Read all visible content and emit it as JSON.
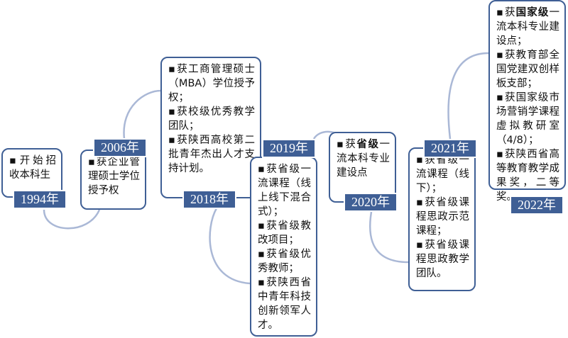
{
  "milestones": [
    {
      "year": "1994年",
      "items": [
        {
          "pre": "开始招收本科生"
        }
      ]
    },
    {
      "year": "2006年",
      "items": [
        {
          "pre": "获企业管理硕士学位授予权"
        }
      ]
    },
    {
      "year": "2018年",
      "items": [
        {
          "pre": "获工商管理硕士（MBA）学位授予权；"
        },
        {
          "pre": "获校级优秀教学团队；"
        },
        {
          "pre": "获陕西高校第二批青年杰出人才支持计划。"
        }
      ]
    },
    {
      "year": "2019年",
      "items": [
        {
          "pre": "获省级一流课程（线上线下混合式）；"
        },
        {
          "pre": "获省级教改项目；"
        },
        {
          "pre": "获省级优秀教师；"
        },
        {
          "pre": "获陕西省中青年科技创新领军人才。"
        }
      ]
    },
    {
      "year": "2020年",
      "items": [
        {
          "pre": "获",
          "bold": "省级",
          "post": "一流本科专业建设点"
        }
      ]
    },
    {
      "year": "2021年",
      "items": [
        {
          "pre": "获省级一流课程（线下）；"
        },
        {
          "pre": "获省级课程思政示范课程；"
        },
        {
          "pre": "获省级课程思政教学团队。"
        }
      ]
    },
    {
      "year": "2022年",
      "items": [
        {
          "pre": "获",
          "bold": "国家级",
          "post": "一流本科专业建设点；"
        },
        {
          "pre": "获教育部全国党建双创样板支部；"
        },
        {
          "pre": "获国家级市场营销学课程虚拟教研室（4/8）；"
        },
        {
          "pre": "获陕西省高等教育教学成果奖，二等奖。"
        }
      ]
    }
  ]
}
